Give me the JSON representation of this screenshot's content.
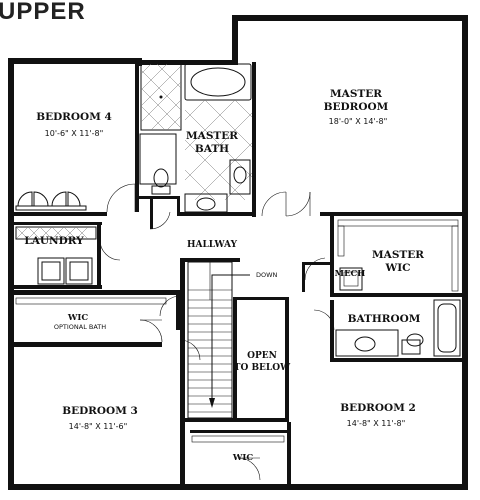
{
  "floor_title": "UPPER",
  "rooms": {
    "bedroom4": {
      "name": "BEDROOM 4",
      "dims": "10'-6\" X 11'-8\""
    },
    "master_bath": {
      "line1": "MASTER",
      "line2": "BATH"
    },
    "master_bedroom": {
      "line1": "MASTER",
      "line2": "BEDROOM",
      "dims": "18'-0\" X 14'-8\""
    },
    "laundry": {
      "name": "LAUNDRY"
    },
    "hallway": {
      "name": "HALLWAY"
    },
    "stairs": {
      "down": "DOWN"
    },
    "master_wic": {
      "line1": "MASTER",
      "line2": "WIC"
    },
    "mech": {
      "name": "MECH"
    },
    "wic_left": {
      "name": "WIC",
      "note": "OPTIONAL BATH"
    },
    "open_below": {
      "line1": "OPEN",
      "line2": "TO BELOW"
    },
    "bathroom": {
      "name": "BATHROOM"
    },
    "bedroom3": {
      "name": "BEDROOM 3",
      "dims": "14'-8\" X 11'-6\""
    },
    "bedroom2": {
      "name": "BEDROOM 2",
      "dims": "14'-8\" X 11'-8\""
    },
    "wic_bottom": {
      "name": "WIC"
    }
  }
}
